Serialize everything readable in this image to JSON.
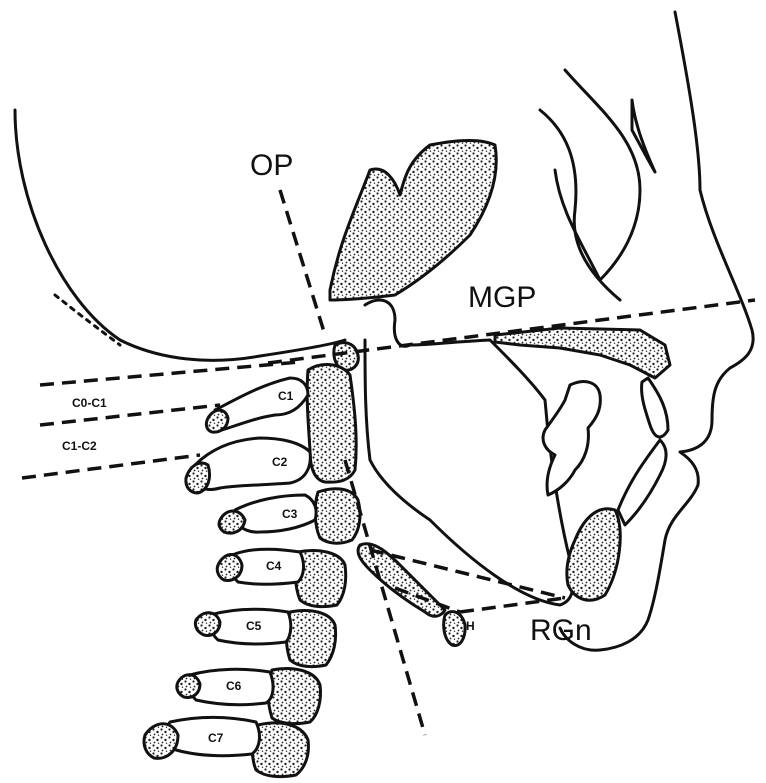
{
  "labels": {
    "op": "OP",
    "mgp": "MGP",
    "rgn": "RGn",
    "h": "H",
    "c0_c1": "C0-C1",
    "c1_c2": "C1-C2",
    "c1": "C1",
    "c2": "C2",
    "c3": "C3",
    "c4": "C4",
    "c5": "C5",
    "c6": "C6",
    "c7": "C7"
  },
  "colors": {
    "ink": "#111111",
    "background": "#ffffff"
  }
}
